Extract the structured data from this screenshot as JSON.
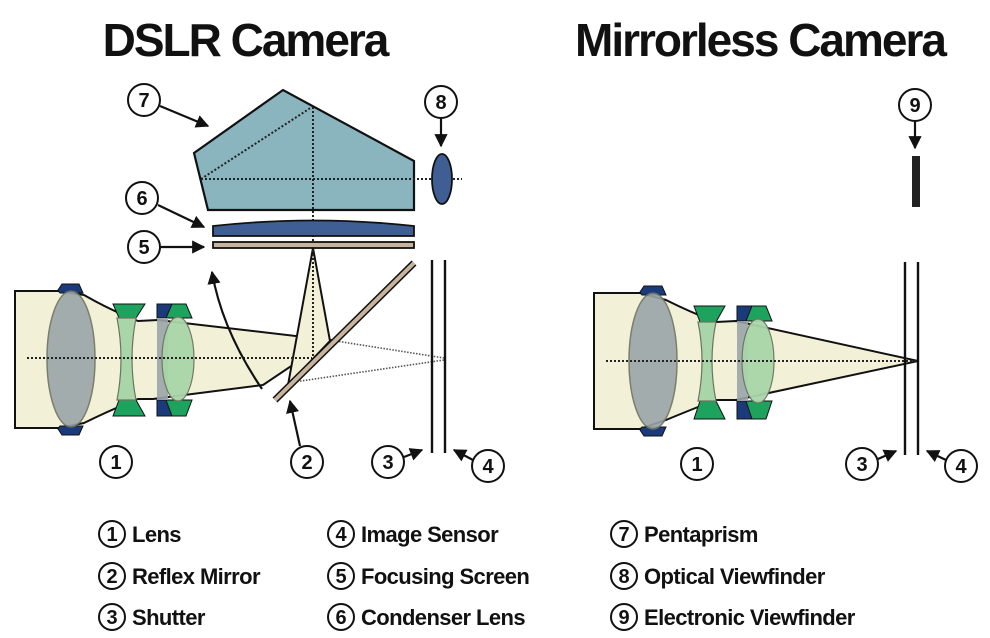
{
  "titles": {
    "dslr": "DSLR Camera",
    "mirrorless": "Mirrorless Camera"
  },
  "colors": {
    "pentaprism": "#8ab4be",
    "condenser_lens": "#3f5f94",
    "focusing_screen": "#c8b49c",
    "mirror": "#c8b49c",
    "lens_gray": "#9aa5a8",
    "lens_green": "#a9d6a9",
    "lens_green_dark": "#1da35e",
    "lens_navy": "#1a3a7a",
    "beam": "#f3f0d8",
    "evf": "#222222"
  },
  "callouts": {
    "dslr": [
      "1",
      "2",
      "3",
      "4",
      "5",
      "6",
      "7",
      "8"
    ],
    "mirrorless": [
      "1",
      "3",
      "4",
      "9"
    ]
  },
  "legend": [
    {
      "num": "1",
      "label": "Lens"
    },
    {
      "num": "2",
      "label": "Reflex Mirror"
    },
    {
      "num": "3",
      "label": "Shutter"
    },
    {
      "num": "4",
      "label": "Image Sensor"
    },
    {
      "num": "5",
      "label": "Focusing Screen"
    },
    {
      "num": "6",
      "label": "Condenser Lens"
    },
    {
      "num": "7",
      "label": "Pentaprism"
    },
    {
      "num": "8",
      "label": "Optical Viewfinder"
    },
    {
      "num": "9",
      "label": "Electronic Viewfinder"
    }
  ]
}
